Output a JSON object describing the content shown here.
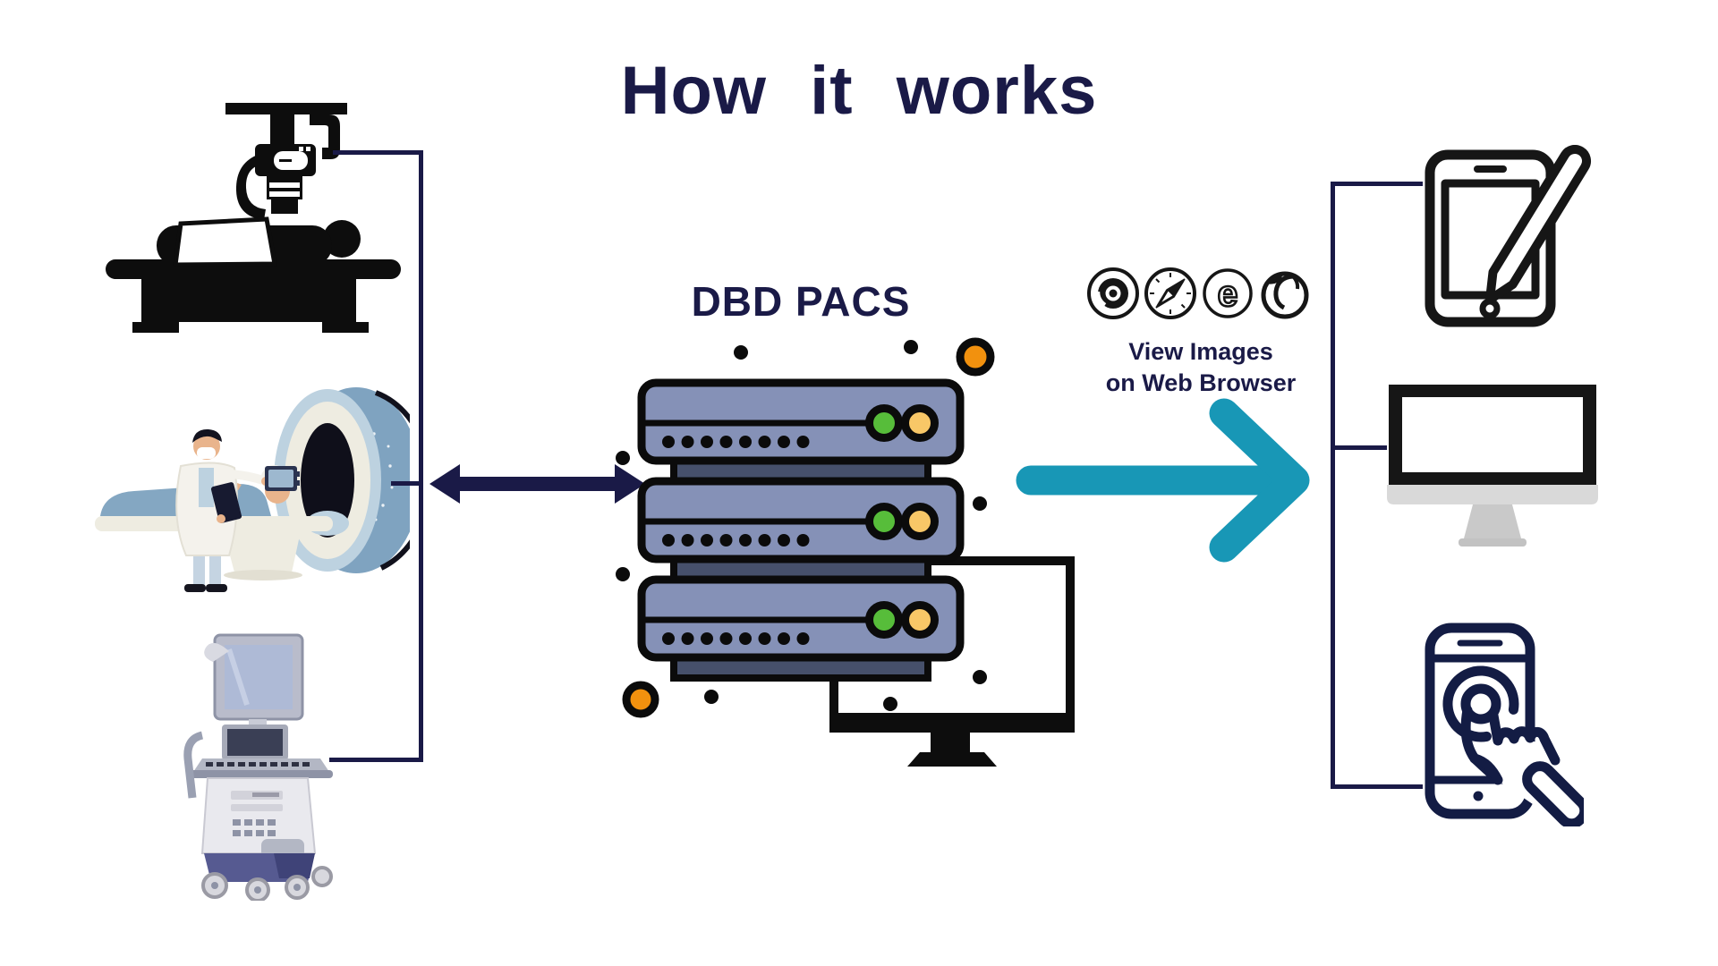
{
  "title": "How it works",
  "diagram": {
    "center_label": "DBD PACS",
    "browser_caption_line1": "View Images",
    "browser_caption_line2": "on Web Browser"
  },
  "colors": {
    "navy": "#1a1a47",
    "teal": "#1897b6",
    "server_body": "#8591b7",
    "server_connector": "#46506b",
    "light_green": "#57bd3a",
    "light_yellow": "#f8c767",
    "accent_orange": "#f2910e",
    "icon_black": "#161616",
    "mri_steel_blue": "#7fa3c0",
    "mri_light_blue": "#bdd2e0",
    "mri_cream": "#eeece1"
  },
  "sources": [
    {
      "icon": "xray-machine-icon"
    },
    {
      "icon": "mri-scanner-icon"
    },
    {
      "icon": "ultrasound-machine-icon"
    }
  ],
  "server": {
    "units": 3,
    "status_lights": [
      "green",
      "yellow"
    ],
    "vent_dots_per_unit": 8
  },
  "browsers": [
    {
      "icon": "chrome-icon"
    },
    {
      "icon": "safari-icon"
    },
    {
      "icon": "edge-icon"
    },
    {
      "icon": "firefox-icon"
    }
  ],
  "viewers": [
    {
      "icon": "tablet-stylus-icon"
    },
    {
      "icon": "desktop-monitor-icon"
    },
    {
      "icon": "smartphone-touch-icon"
    }
  ]
}
